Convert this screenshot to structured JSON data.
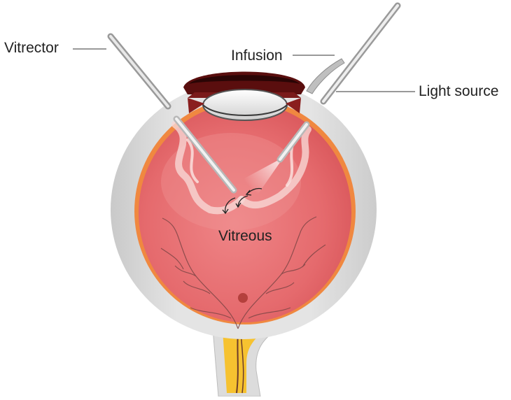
{
  "diagram": {
    "labels": {
      "vitrector": "Vitrector",
      "infusion": "Infusion",
      "light_source": "Light source",
      "vitreous": "Vitreous"
    },
    "colors": {
      "sclera": "#dcdcdc",
      "vitreous_body": "#e76c6f",
      "retina_layer": "#f08840",
      "lens": "#e6e6e6",
      "iris": "#6b1414",
      "optic_nerve": "#f6c230",
      "instruments": "#cfcfcf",
      "vessels": "#8a4a4a"
    }
  }
}
